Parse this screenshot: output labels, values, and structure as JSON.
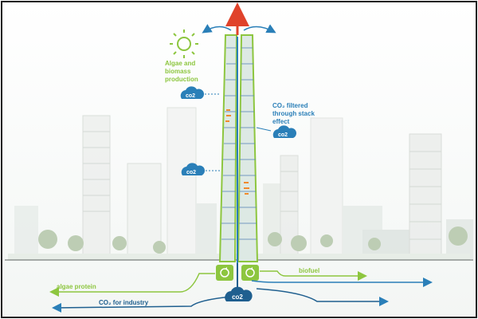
{
  "labels": {
    "algae_line1": "Algae and",
    "algae_line2": "biomass",
    "algae_line3": "production",
    "co2_filtered_line1": "CO₂ filtered",
    "co2_filtered_line2": "through stack",
    "co2_filtered_line3": "effect",
    "biofuel": "biofuel",
    "algae_protein": "algae protein",
    "co2_industry": "CO₂ for industry"
  },
  "badges": {
    "co2": "co2"
  },
  "icons": {
    "sun": "sun-icon",
    "recycle": "recycle-icon",
    "cloud": "cloud-icon"
  },
  "colors": {
    "green": "#8dc63f",
    "blue": "#2a7fb8",
    "dark_blue": "#1f5f8f",
    "red": "#e0432b",
    "orange": "#f08a2c"
  }
}
